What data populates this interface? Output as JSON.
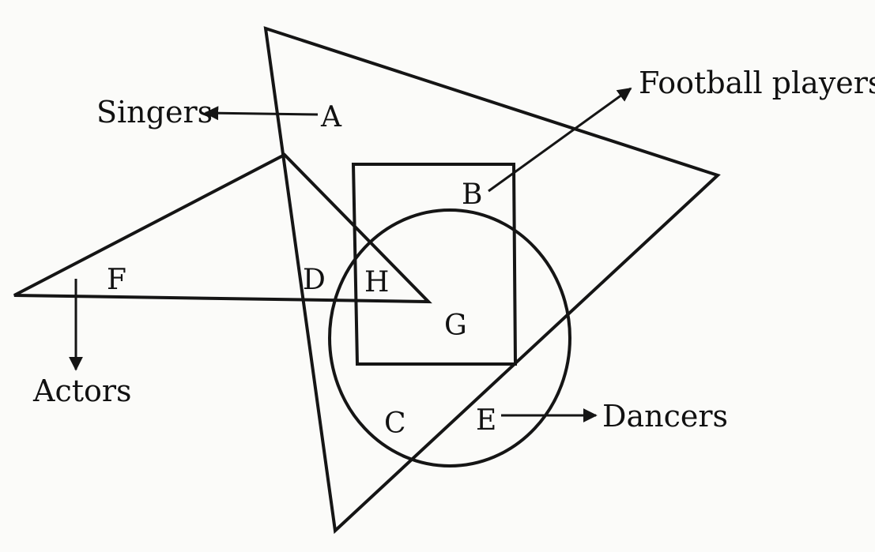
{
  "labels": {
    "singers": "Singers",
    "football_players": "Football players",
    "actors": "Actors",
    "dancers": "Dancers"
  },
  "regions": {
    "a": "A",
    "b": "B",
    "c": "C",
    "d": "D",
    "e": "E",
    "f": "F",
    "g": "G",
    "h": "H"
  }
}
